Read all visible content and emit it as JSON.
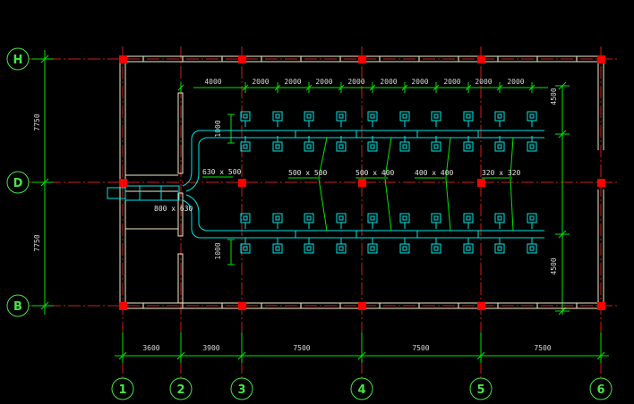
{
  "drawing": {
    "horizontal_axes": [
      "H",
      "D",
      "B"
    ],
    "vertical_axes": [
      "1",
      "2",
      "3",
      "4",
      "5",
      "6"
    ],
    "bottom_spacings": [
      "3600",
      "3900",
      "7500",
      "7500",
      "7500"
    ],
    "left_spacings": [
      "7750",
      "7750"
    ],
    "top_spacings": [
      "4000",
      "2000",
      "2000",
      "2000",
      "2000",
      "2000",
      "2000",
      "2000",
      "2000",
      "2000"
    ],
    "right_spacings": [
      "4500",
      "4500"
    ],
    "diffuser_spacing_upper": "1000",
    "diffuser_spacing_lower": "1000",
    "duct_sizes": {
      "main_inlet": "800 x 630",
      "branch_1": "630 x 500",
      "branch_2": "500 x 500",
      "branch_3": "500 x 400",
      "branch_4": "400 x 400",
      "branch_5": "320 x 320"
    },
    "colors": {
      "background": "#000000",
      "gridline": "#c81e1e",
      "column": "#ff0000",
      "wall": "#f2ecc8",
      "duct": "#00e6e6",
      "diffuser": "#00e6e6",
      "dimension": "#00e600",
      "text": "#e6e6e6",
      "axis_bubble": "#46e646"
    }
  }
}
